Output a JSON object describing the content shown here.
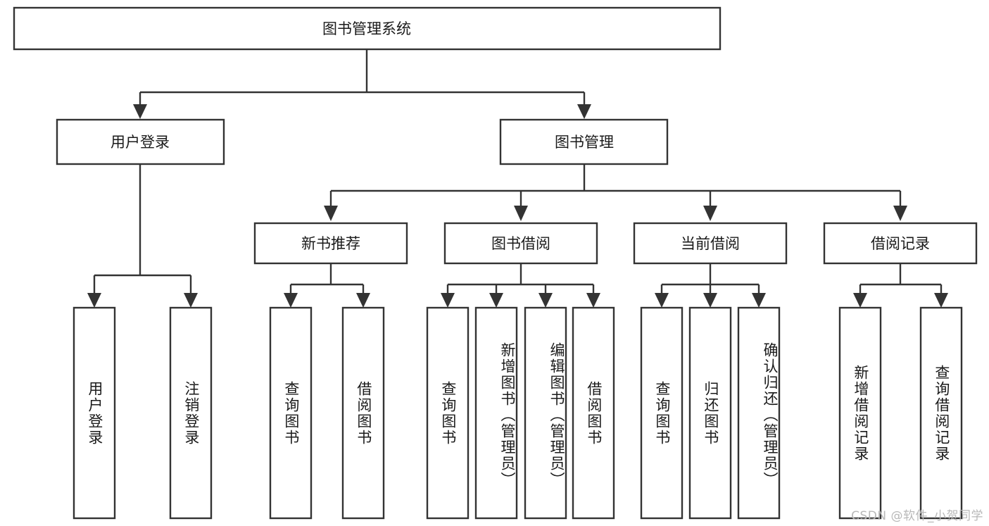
{
  "diagram": {
    "type": "tree-hierarchy",
    "title": "图书管理系统",
    "orientation": "top-down",
    "background_color": "#ffffff",
    "box_stroke_color": "#333333",
    "box_fill_color": "#ffffff",
    "text_color": "#1a1a1a",
    "levels": [
      {
        "level": 1,
        "nodes": [
          {
            "id": "root",
            "label": "图书管理系统",
            "orientation": "horizontal"
          }
        ]
      },
      {
        "level": 2,
        "nodes": [
          {
            "id": "login",
            "label": "用户登录",
            "orientation": "horizontal",
            "parent": "root"
          },
          {
            "id": "bookmgmt",
            "label": "图书管理",
            "orientation": "horizontal",
            "parent": "root"
          }
        ]
      },
      {
        "level": 3,
        "nodes": [
          {
            "id": "newbook",
            "label": "新书推荐",
            "orientation": "horizontal",
            "parent": "bookmgmt"
          },
          {
            "id": "borrow",
            "label": "图书借阅",
            "orientation": "horizontal",
            "parent": "bookmgmt"
          },
          {
            "id": "current",
            "label": "当前借阅",
            "orientation": "horizontal",
            "parent": "bookmgmt"
          },
          {
            "id": "records",
            "label": "借阅记录",
            "orientation": "horizontal",
            "parent": "bookmgmt"
          }
        ]
      },
      {
        "level": 4,
        "nodes": [
          {
            "id": "leaf-1",
            "label": "用户登录",
            "orientation": "vertical",
            "parent": "login"
          },
          {
            "id": "leaf-2",
            "label": "注销登录",
            "orientation": "vertical",
            "parent": "login"
          },
          {
            "id": "leaf-3",
            "label": "查询图书",
            "orientation": "vertical",
            "parent": "newbook"
          },
          {
            "id": "leaf-4",
            "label": "借阅图书",
            "orientation": "vertical",
            "parent": "newbook"
          },
          {
            "id": "leaf-5",
            "label": "查询图书",
            "orientation": "vertical",
            "parent": "borrow"
          },
          {
            "id": "leaf-6",
            "label": "新增图书（管理员）",
            "orientation": "vertical",
            "parent": "borrow"
          },
          {
            "id": "leaf-7",
            "label": "编辑图书（管理员）",
            "orientation": "vertical",
            "parent": "borrow"
          },
          {
            "id": "leaf-8",
            "label": "借阅图书",
            "orientation": "vertical",
            "parent": "borrow"
          },
          {
            "id": "leaf-9",
            "label": "查询图书",
            "orientation": "vertical",
            "parent": "current"
          },
          {
            "id": "leaf-10",
            "label": "归还图书",
            "orientation": "vertical",
            "parent": "current"
          },
          {
            "id": "leaf-11",
            "label": "确认归还（管理员）",
            "orientation": "vertical",
            "parent": "current"
          },
          {
            "id": "leaf-12",
            "label": "新增借阅记录",
            "orientation": "vertical",
            "parent": "records"
          },
          {
            "id": "leaf-13",
            "label": "查询借阅记录",
            "orientation": "vertical",
            "parent": "records"
          }
        ]
      }
    ]
  },
  "watermark": {
    "text": "CSDN @软件_小贺同学"
  }
}
